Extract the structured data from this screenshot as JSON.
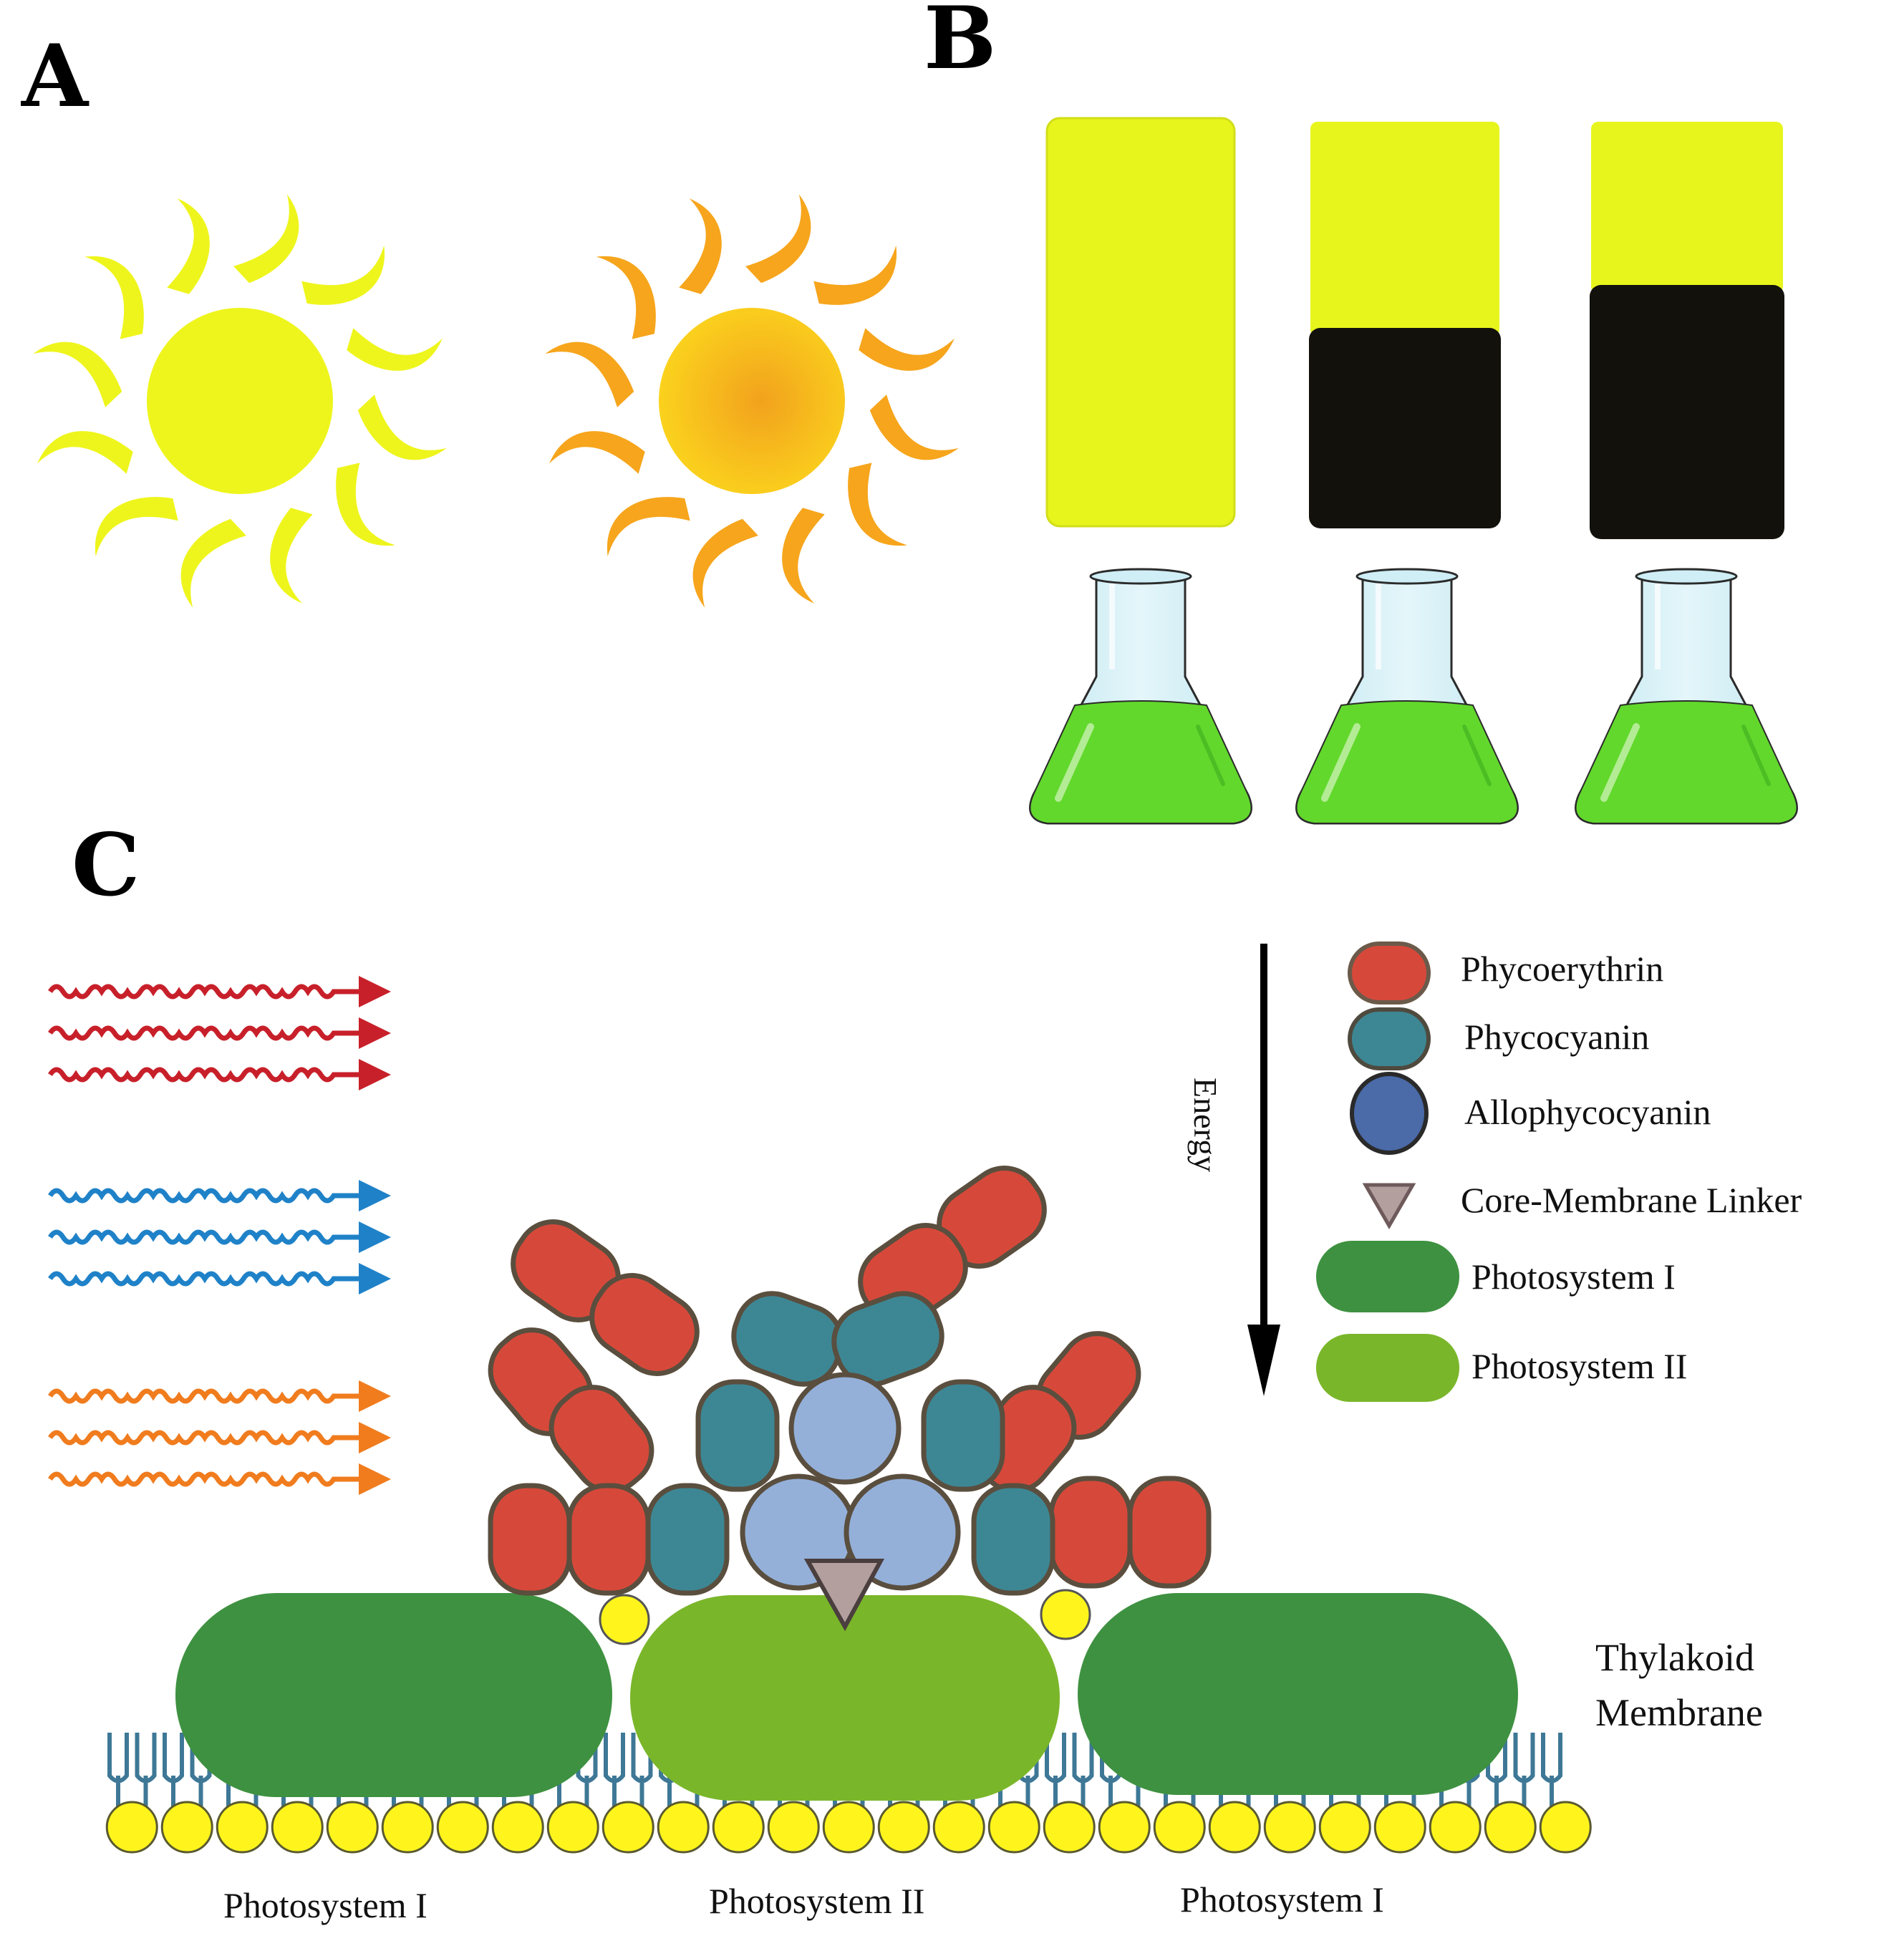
{
  "panels": {
    "a": "A",
    "b": "B",
    "c": "C"
  },
  "colors": {
    "sun_yellow": "#eef51c",
    "sun_orange": "#f6a51c",
    "tube_yellow": "#e7f51d",
    "tube_dark": "#12110b",
    "culture_green": "#62d82c",
    "phycoerythrin": "#d6493a",
    "phycocyanin": "#3d8794",
    "allophycocyanin_legend": "#4a6aa8",
    "allophycocyanin_core": "#94b0d9",
    "linker": "#b49f9f",
    "photosystem_1": "#3e9140",
    "photosystem_2": "#7ab62a",
    "lipid_head": "#fff51c",
    "lipid_tail": "#3e7896",
    "wave_red": "#c8202a",
    "wave_blue": "#1f82c8",
    "wave_orange": "#f07c1e"
  },
  "panel_a": {
    "suns": [
      {
        "icon": "sun-icon",
        "color": "yellow"
      },
      {
        "icon": "sun-icon",
        "color": "orange"
      }
    ]
  },
  "panel_b": {
    "tubes": [
      {
        "icon": "light-tube",
        "dark_fraction": 0.0
      },
      {
        "icon": "light-tube",
        "dark_fraction": 0.5
      },
      {
        "icon": "light-tube",
        "dark_fraction": 0.6
      }
    ],
    "flasks": [
      {
        "icon": "erlenmeyer-flask-icon"
      },
      {
        "icon": "erlenmeyer-flask-icon"
      },
      {
        "icon": "erlenmeyer-flask-icon"
      }
    ]
  },
  "panel_c": {
    "light_waves": [
      {
        "color": "red",
        "count": 3
      },
      {
        "color": "blue",
        "count": 3
      },
      {
        "color": "orange",
        "count": 3
      }
    ],
    "energy_label": "Energy",
    "legend": [
      {
        "key": "phycoerythrin",
        "label": "Phycoerythrin"
      },
      {
        "key": "phycocyanin",
        "label": "Phycocyanin"
      },
      {
        "key": "allophycocyanin",
        "label": "Allophycocyanin"
      },
      {
        "key": "linker",
        "label": "Core-Membrane Linker"
      },
      {
        "key": "ps1",
        "label": "Photosystem I"
      },
      {
        "key": "ps2",
        "label": "Photosystem II"
      }
    ],
    "membrane_label_line1": "Thylakoid",
    "membrane_label_line2": "Membrane",
    "bottom_labels": [
      "Photosystem I",
      "Photosystem II",
      "Photosystem I"
    ]
  }
}
